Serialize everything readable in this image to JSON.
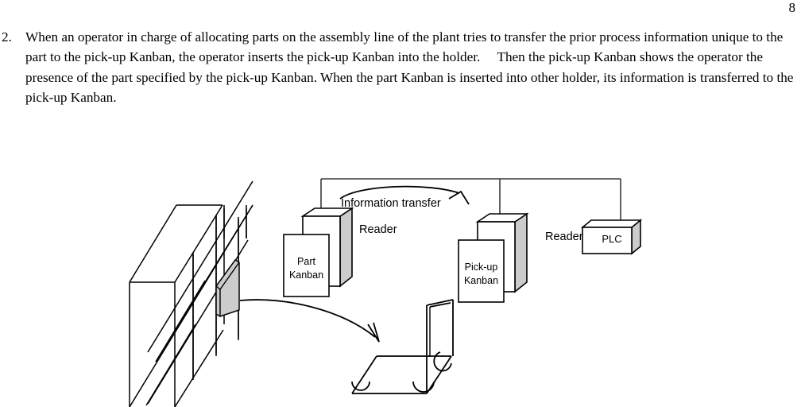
{
  "document": {
    "page_number": "8",
    "item": {
      "number": "2.",
      "text": "When an operator in charge of allocating parts on the assembly line of the plant tries to transfer the prior process information unique to the part to the pick-up Kanban, the operator inserts the pick-up Kanban into the holder.  Then the pick-up Kanban shows the operator the presence of the part specified by the pick-up Kanban. When the part Kanban is inserted into other holder, its information is transferred to the pick-up Kanban."
    }
  },
  "diagram": {
    "labels": {
      "information_transfer": "Information transfer",
      "reader_left": "Reader",
      "reader_right": "Reader",
      "plc": "PLC",
      "part_kanban_line1": "Part",
      "part_kanban_line2": "Kanban",
      "pickup_kanban_line1": "Pick-up",
      "pickup_kanban_line2": "Kanban"
    },
    "colors": {
      "line": "#000000",
      "box_face": "#ffffff",
      "box_side_shade": "#cccccc",
      "card_highlight": "#cccccc",
      "network_line": "#3a3a3a"
    },
    "components": [
      {
        "name": "shelf-rack",
        "description": "isometric kanban holder rack with grid cells"
      },
      {
        "name": "inserted-kanban-card",
        "description": "shaded kanban card inserted in rack"
      },
      {
        "name": "reader-left",
        "description": "3D reader unit with Part Kanban card"
      },
      {
        "name": "reader-right",
        "description": "3D reader unit with Pick-up Kanban card"
      },
      {
        "name": "plc-unit",
        "description": "3D PLC controller box"
      },
      {
        "name": "network-bus",
        "description": "horizontal bus line joining readers and PLC"
      },
      {
        "name": "information-transfer-arrow",
        "description": "curved arrow from left reader to right reader"
      },
      {
        "name": "part-move-arrow",
        "description": "curved arrow from rack to cart"
      },
      {
        "name": "parts-cart",
        "description": "wheeled cart / trolley"
      }
    ]
  }
}
